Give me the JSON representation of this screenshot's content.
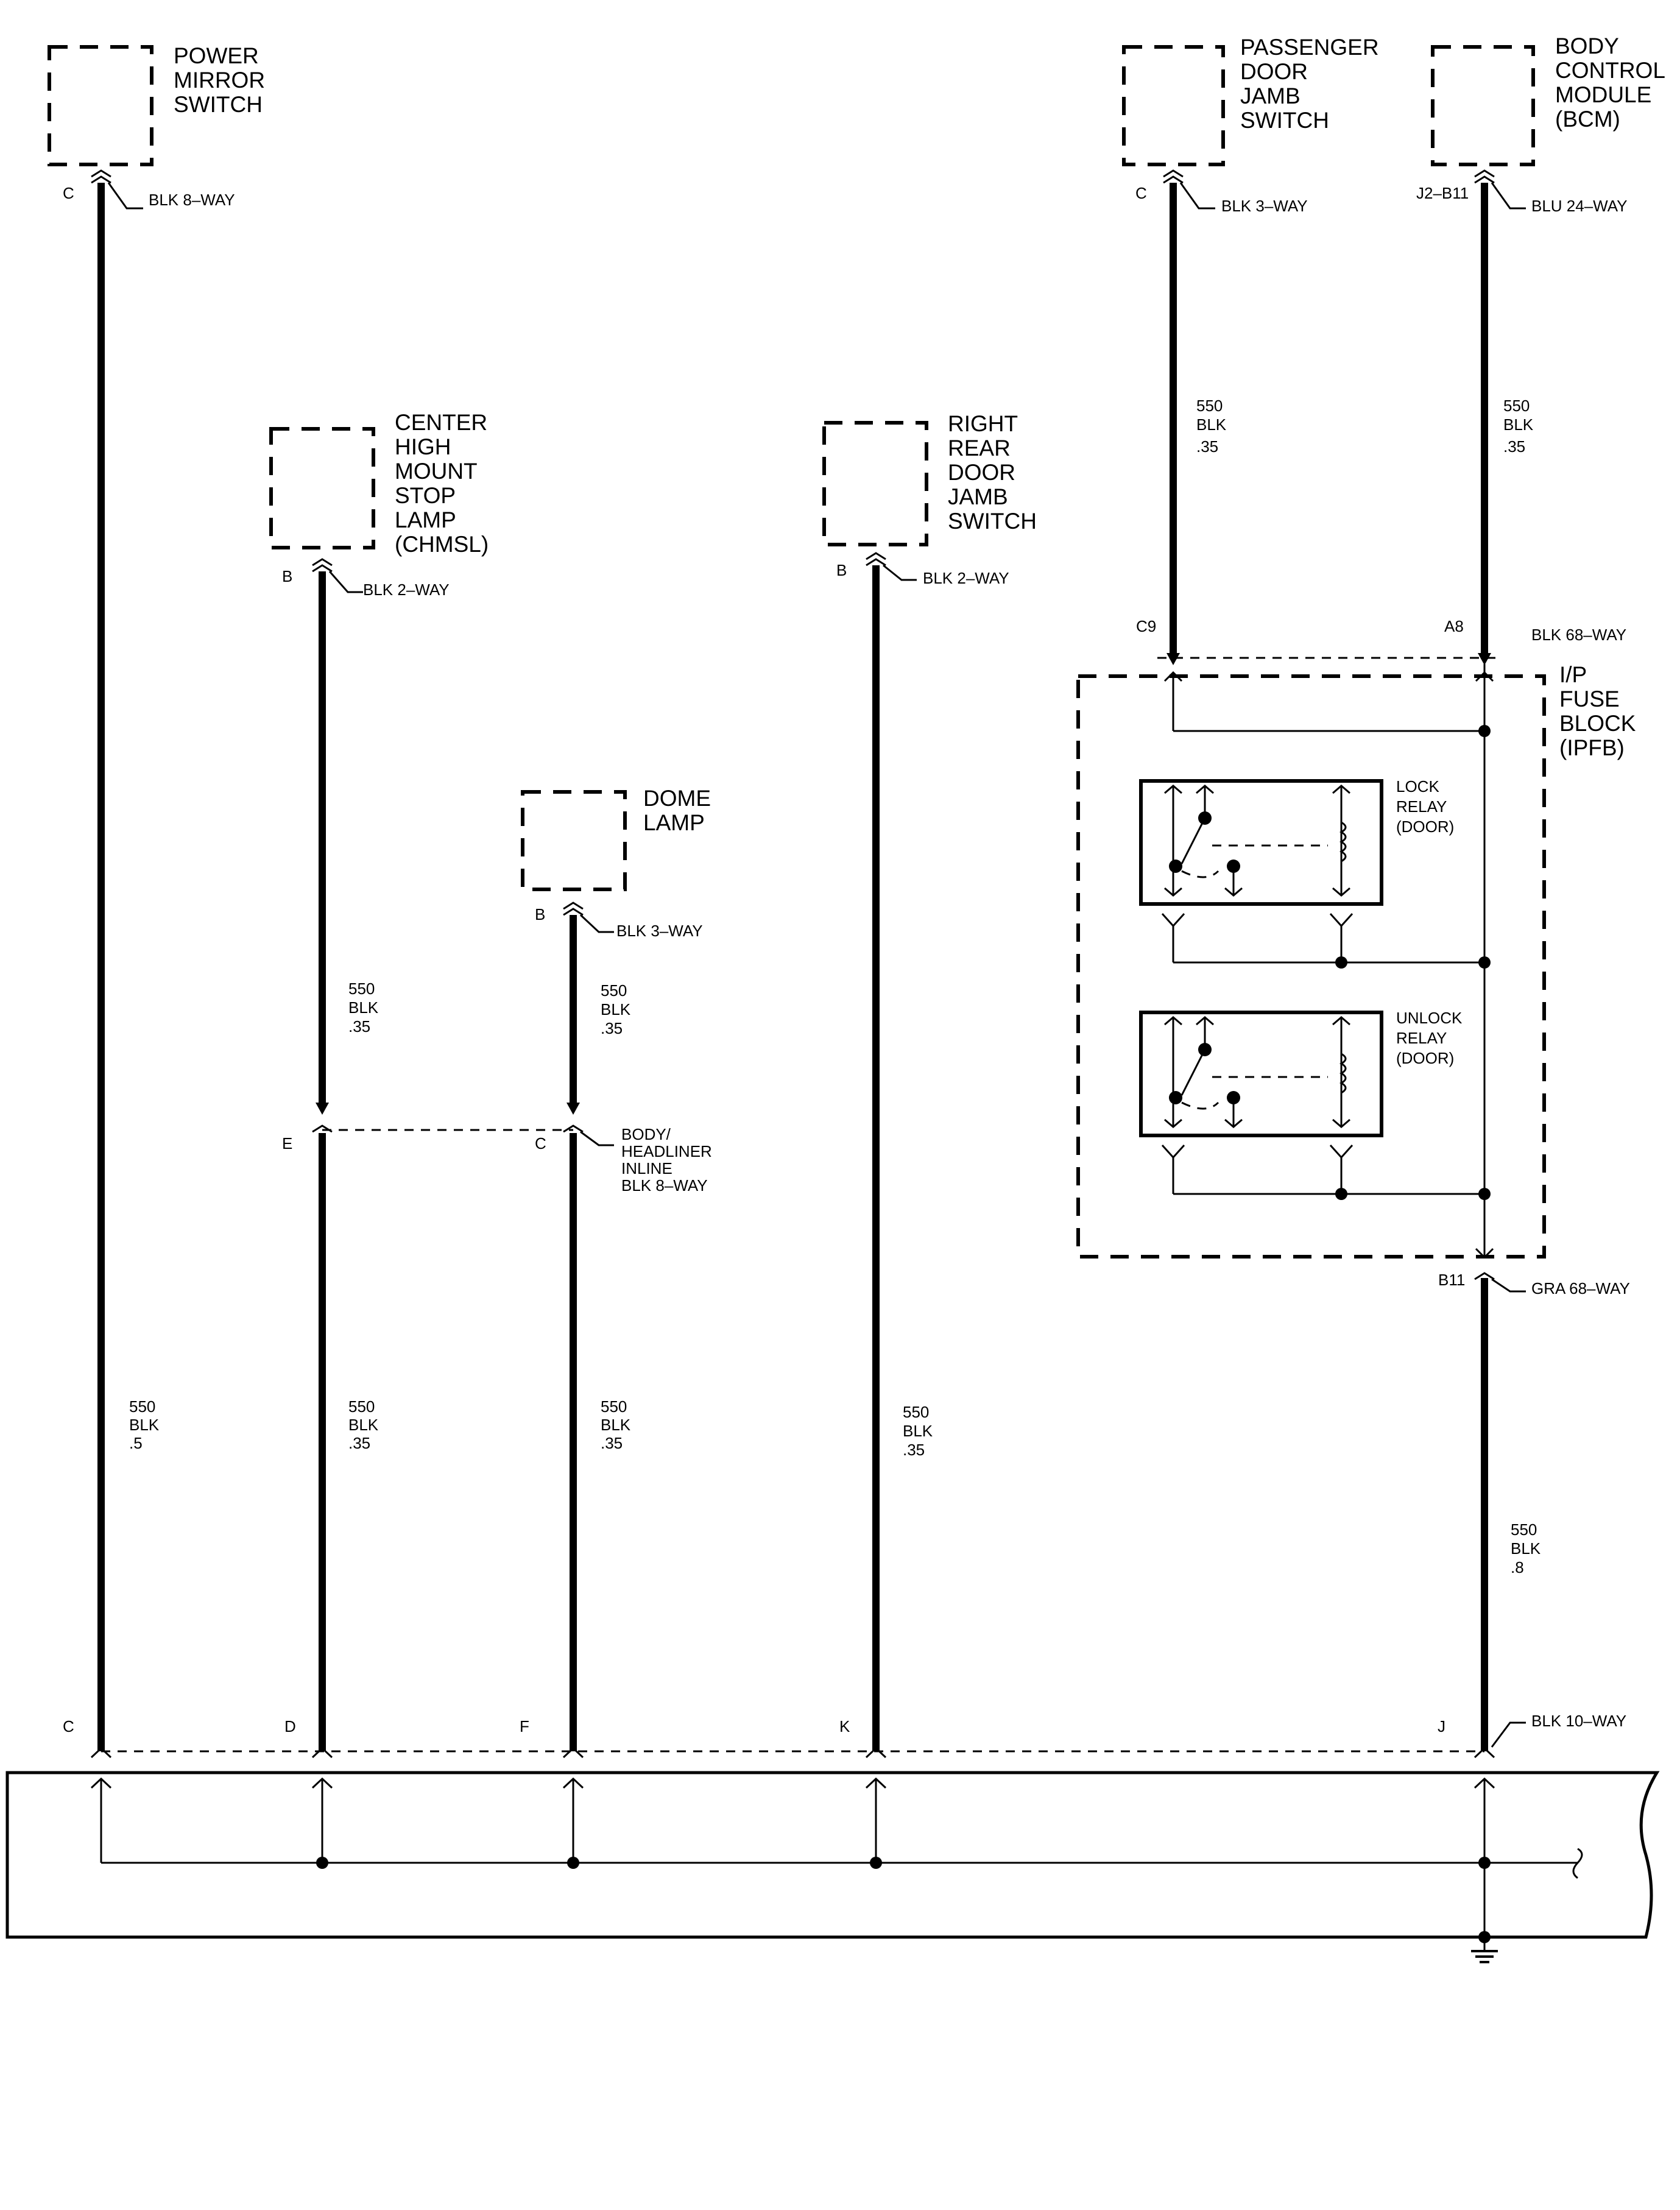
{
  "components": {
    "power_mirror_switch": [
      "POWER",
      "MIRROR",
      "SWITCH"
    ],
    "passenger_door_jamb_switch": [
      "PASSENGER",
      "DOOR",
      "JAMB",
      "SWITCH"
    ],
    "bcm": [
      "BODY",
      "CONTROL",
      "MODULE",
      "(BCM)"
    ],
    "chmsl": [
      "CENTER",
      "HIGH",
      "MOUNT",
      "STOP",
      "LAMP",
      "(CHMSL)"
    ],
    "right_rear_door_jamb_switch": [
      "RIGHT",
      "REAR",
      "DOOR",
      "JAMB",
      "SWITCH"
    ],
    "dome_lamp": [
      "DOME",
      "LAMP"
    ],
    "ipfb": [
      "I/P",
      "FUSE",
      "BLOCK",
      "(IPFB)"
    ],
    "lock_relay": [
      "LOCK",
      "RELAY",
      "(DOOR)"
    ],
    "unlock_relay": [
      "UNLOCK",
      "RELAY",
      "(DOOR)"
    ]
  },
  "connectors": {
    "power_mirror": {
      "pin": "C",
      "label": "BLK 8–WAY"
    },
    "passenger_jamb": {
      "pin": "C",
      "label": "BLK 3–WAY"
    },
    "bcm": {
      "pin": "J2–B11",
      "label": "BLU 24–WAY"
    },
    "chmsl": {
      "pin": "B",
      "label": "BLK 2–WAY"
    },
    "rr_jamb": {
      "pin": "B",
      "label": "BLK 2–WAY"
    },
    "dome": {
      "pin": "B",
      "label": "BLK 3–WAY"
    },
    "ipfb_in_c9": {
      "pin": "C9"
    },
    "ipfb_in_a8": {
      "pin": "A8",
      "label": "BLK 68–WAY"
    },
    "inline_e": {
      "pin": "E"
    },
    "inline_c": {
      "pin": "C",
      "label": [
        "BODY/",
        "HEADLINER",
        "INLINE",
        "BLK 8–WAY"
      ]
    },
    "ipfb_out": {
      "pin": "B11",
      "label": "GRA 68–WAY"
    },
    "bottom": {
      "pins": [
        "C",
        "D",
        "F",
        "K",
        "J"
      ],
      "label": "BLK 10–WAY"
    }
  },
  "wires": {
    "w_mirror": [
      "550",
      "BLK",
      ".5"
    ],
    "w_passenger": [
      "550",
      "BLK",
      ".35"
    ],
    "w_bcm": [
      "550",
      "BLK",
      ".35"
    ],
    "w_chmsl_top": [
      "550",
      "BLK",
      ".35"
    ],
    "w_dome_top": [
      "550",
      "BLK",
      ".35"
    ],
    "w_chmsl_bottom": [
      "550",
      "BLK",
      ".35"
    ],
    "w_dome_bottom": [
      "550",
      "BLK",
      ".35"
    ],
    "w_rr_jamb": [
      "550",
      "BLK",
      ".35"
    ],
    "w_ipfb_out": [
      "550",
      "BLK",
      ".8"
    ]
  }
}
